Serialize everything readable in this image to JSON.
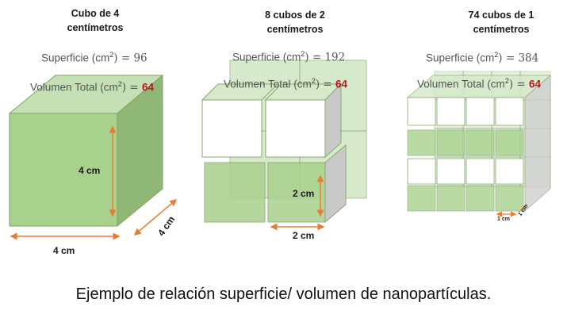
{
  "panels": [
    {
      "title_line1": "Cubo de 4",
      "title_line2": "centímetros",
      "surface_label": "Superficie (cm",
      "surface_sup": "2",
      "surface_eq": ") = ",
      "surface_value": "96",
      "volume_label": "Volumen Total (cm",
      "volume_sup": "2",
      "volume_eq": ") = ",
      "volume_value": "64",
      "dim_height": "4 cm",
      "dim_depth": "4 cm",
      "dim_width": "4 cm"
    },
    {
      "title_line1": "8 cubos de 2",
      "title_line2": "centímetros",
      "surface_label": "Superficie (cm",
      "surface_sup": "2",
      "surface_eq": ") = ",
      "surface_value": "192",
      "volume_label": "Volumen Total (cm",
      "volume_sup": "2",
      "volume_eq": ") = ",
      "volume_value": "64",
      "dim_height": "2 cm",
      "dim_width": "2 cm"
    },
    {
      "title_line1": "74 cubos de 1",
      "title_line2": "centímetros",
      "surface_label": "Superficie (cm",
      "surface_sup": "2",
      "surface_eq": ") = ",
      "surface_value": "384",
      "volume_label": "Volumen Total (cm",
      "volume_sup": "2",
      "volume_eq": ") = ",
      "volume_value": "64",
      "dim_width": "1 cm",
      "dim_depth": "1 cm"
    }
  ],
  "caption": "Ejemplo de relación superficie/ volumen de nanopartículas.",
  "colors": {
    "cube_front": "#a9d18e",
    "cube_side": "#8fb877",
    "cube_top": "#c5e0b4",
    "arrow": "#e97c30",
    "value_red": "#c0141b"
  }
}
